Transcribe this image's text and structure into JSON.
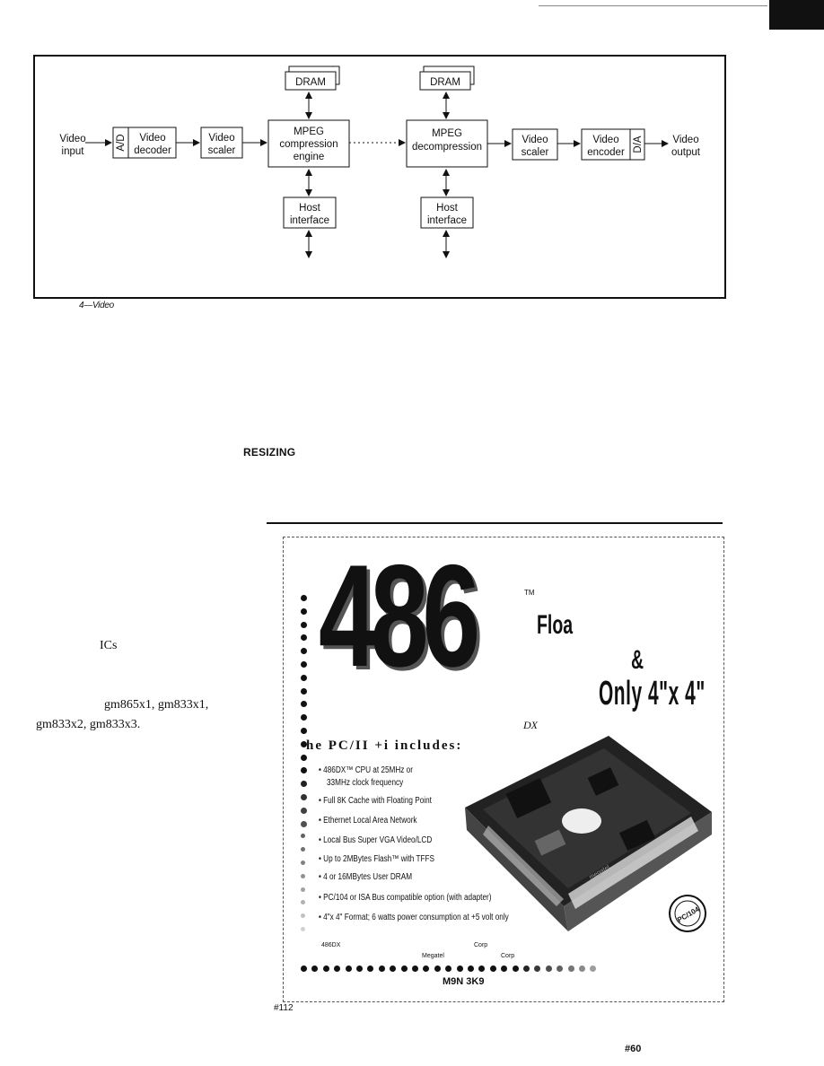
{
  "figure": {
    "dram_left": "DRAM",
    "dram_right": "DRAM",
    "video_input": [
      "Video",
      "input"
    ],
    "ad": "A/D",
    "video_decoder": [
      "Video",
      "decoder"
    ],
    "video_scaler_left": [
      "Video",
      "scaler"
    ],
    "mpeg_compression": [
      "MPEG",
      "compression",
      "engine"
    ],
    "mpeg_decompression": [
      "MPEG",
      "decompression"
    ],
    "video_scaler_right": [
      "Video",
      "scaler"
    ],
    "video_encoder": [
      "Video",
      "encoder"
    ],
    "da": "D/A",
    "video_output": [
      "Video",
      "output"
    ],
    "host_left": [
      "Host",
      "interface"
    ],
    "host_right": [
      "Host",
      "interface"
    ]
  },
  "caption": "4—Video",
  "section_heading": "RESIZING",
  "body_fragments": {
    "ics": "ICs",
    "chips_line1": "gm865x1, gm833x1,",
    "chips_line2": "gm833x2, gm833x3."
  },
  "ad": {
    "big_number": "486",
    "tm": "TM",
    "dx": "DX",
    "headline_floa": "Floa",
    "headline_amp": "&",
    "headline_only": "Only 4\"x 4\"",
    "includes_title": "he PC/II +i includes:",
    "features": [
      "• 486DX™ CPU at 25MHz or",
      "33MHz clock frequency",
      "• Full 8K Cache with Floating Point",
      "• Ethernet Local Area Network",
      "• Local Bus Super VGA Video/LCD",
      "• Up to 2MBytes Flash™ with TFFS",
      "• 4 or 16MBytes User DRAM",
      "• PC/104 or ISA Bus compatible option (with adapter)",
      "• 4\"x 4\" Format; 6 watts power consumption at +5 volt only"
    ],
    "footnote_486": "486DX",
    "footnote_corp1": "Corp",
    "footnote_megatel": "Megatel",
    "footnote_corp2": "Corp",
    "postal_code": "M9N 3K9",
    "badge": "PC/104",
    "board_label": "megatel"
  },
  "reader_service_left": "#112",
  "reader_service_right": "#60"
}
